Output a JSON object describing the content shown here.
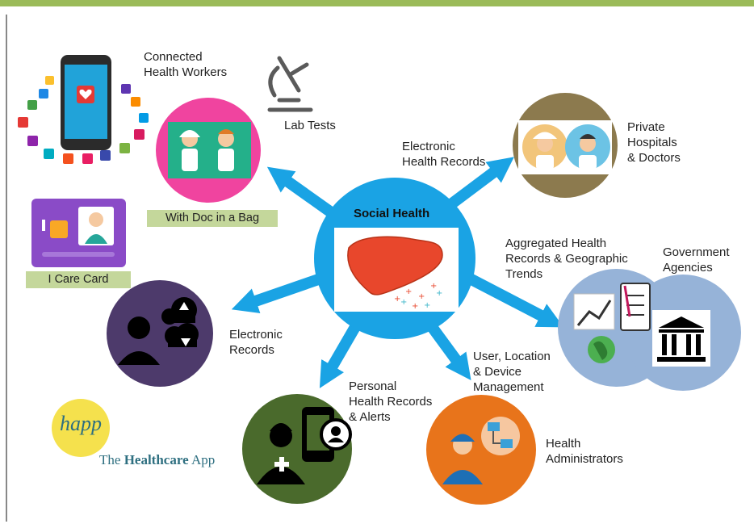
{
  "center": {
    "title": "Social Health"
  },
  "nodes": {
    "doc_in_bag": {
      "tag": "With Doc in a Bag",
      "caption": "Connected\nHealth Workers"
    },
    "lab": {
      "caption": "Lab Tests"
    },
    "private": {
      "caption": "Private\nHospitals\n& Doctors"
    },
    "ehr": {
      "caption": "Electronic\nHealth Records"
    },
    "aggregated": {
      "caption": "Aggregated Health\nRecords & Geographic\nTrends"
    },
    "government": {
      "caption": "Government\nAgencies"
    },
    "user_mgmt": {
      "caption": "User, Location\n& Device\nManagement"
    },
    "admins": {
      "caption": "Health\nAdministrators"
    },
    "personal": {
      "caption": "Personal\nHealth Records\n& Alerts"
    },
    "electronic": {
      "caption": "Electronic\nRecords"
    },
    "icare": {
      "tag": "I Care Card"
    }
  },
  "brand": {
    "logo": "happ",
    "prefix": "The",
    "name": "Healthcare",
    "suffix": "App"
  },
  "colors": {
    "center": "#1aa3e4",
    "arrow": "#1aa3e4",
    "doc_circle": "#f0449f",
    "private_circle": "#8c7a4e",
    "records_circle": "#4d3a6b",
    "personal_circle": "#4a6a2c",
    "admin_circle": "#e8741b",
    "agency_circle": "#96b3d8",
    "topbar": "#9bbb59",
    "tag_bg": "#c4d79b"
  }
}
